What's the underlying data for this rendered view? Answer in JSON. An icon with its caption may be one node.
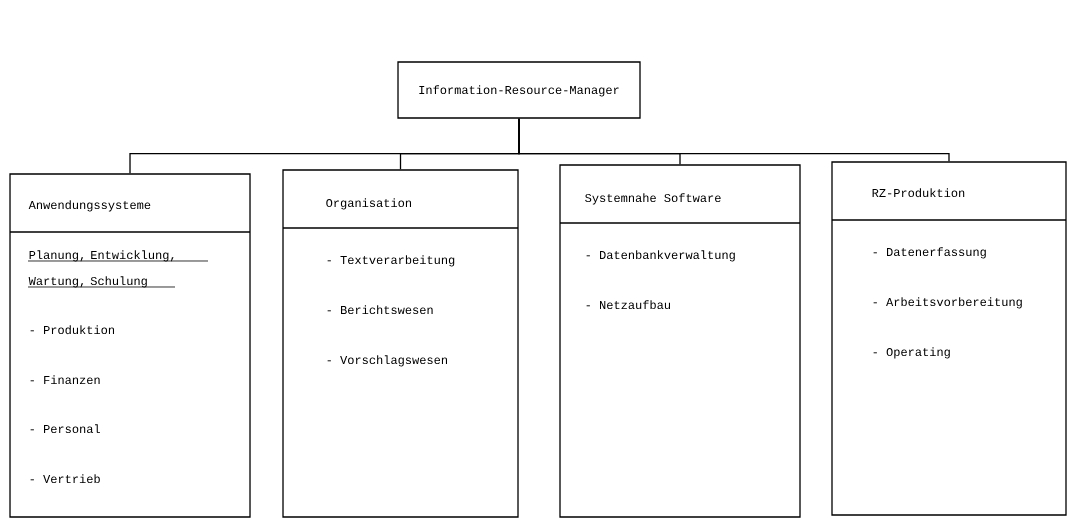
{
  "diagram": {
    "nodes": [
      {
        "text": [
          "Information-Resource-Manager"
        ]
      },
      {
        "text": [
          "Anwendungssysteme",
          "Planung, Entwicklung, Wartung, Schulung",
          "- Produktion",
          "- Finanzen",
          "- Personal",
          "- Vertrieb"
        ]
      },
      {
        "text": [
          "Organisation",
          "- Textverarbeitung",
          "- Berichtswesen",
          "- Vorschlagswesen"
        ]
      },
      {
        "text": [
          "Systemnahe Software",
          "- Datenbankverwaltung",
          "- Netzaufbau"
        ]
      },
      {
        "text": [
          "RZ-Produktion",
          "- Datenerfassung",
          "- Arbeitsvorbereitung",
          "- Operating"
        ]
      }
    ],
    "edges": [
      {
        "from": 0,
        "to": 1,
        "arrow": "none"
      },
      {
        "from": 0,
        "to": 2,
        "arrow": "none"
      },
      {
        "from": 0,
        "to": 3,
        "arrow": "none"
      },
      {
        "from": 0,
        "to": 4,
        "arrow": "none"
      }
    ]
  }
}
